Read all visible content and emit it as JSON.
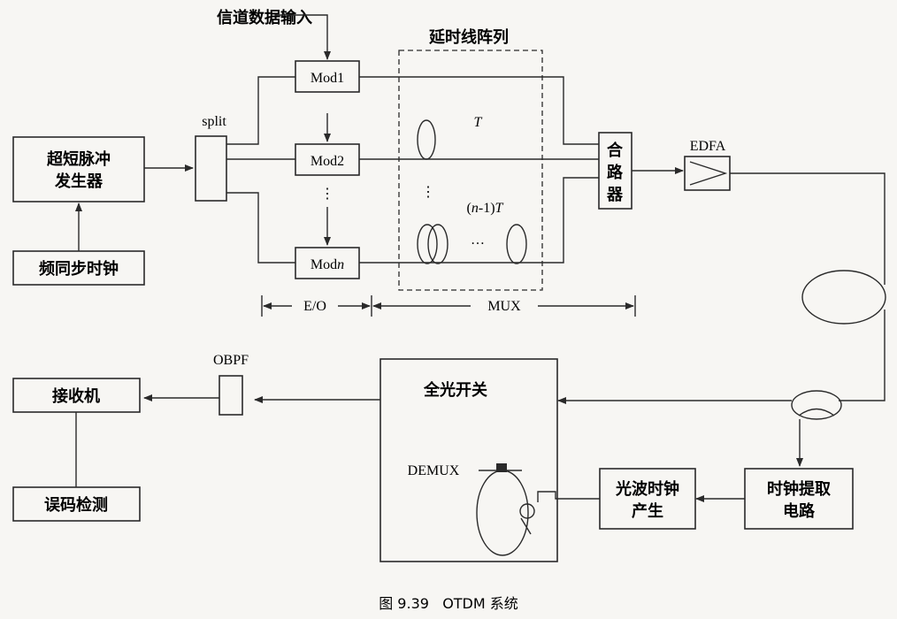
{
  "blocks": {
    "pulse_source": [
      "超短脉冲",
      "发生器"
    ],
    "clock": "频同步时钟",
    "split": "split",
    "mod1": "Mod1",
    "mod2": "Mod2",
    "modn_prefix": "Mod",
    "modn_suffix": "n",
    "combiner": [
      "合",
      "路",
      "器"
    ],
    "edfa": "EDFA",
    "receiver": "接收机",
    "ber": "误码检测",
    "obpf": "OBPF",
    "switch": "全光开关",
    "demux": "DEMUX",
    "optical_clock": [
      "光波时钟",
      "产生"
    ],
    "clock_extract": [
      "时钟提取",
      "电路"
    ]
  },
  "labels": {
    "channel_input": "信道数据输入",
    "delay_array": "延时线阵列",
    "delay_T": "T",
    "delay_nT_prefix": "(",
    "delay_nT_n": "n",
    "delay_nT_mid": "-1)",
    "delay_nT_T": "T",
    "vdots": "⋮",
    "hdots": "…",
    "eo": "E/O",
    "mux": "MUX"
  },
  "caption": "图 9.39   OTDM 系统"
}
